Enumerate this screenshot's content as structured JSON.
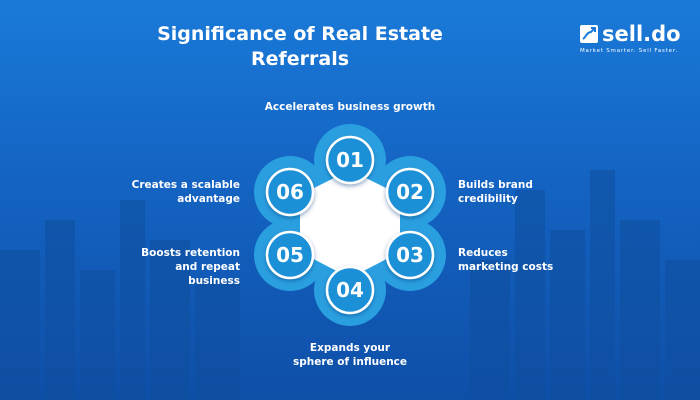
{
  "title": "Significance of Real Estate Referrals",
  "logo": {
    "name": "sell.do",
    "tagline": "Market Smarter. Sell Faster."
  },
  "items": [
    {
      "number": "01",
      "label": "Accelerates business growth"
    },
    {
      "number": "02",
      "label": "Builds brand credibility"
    },
    {
      "number": "03",
      "label": "Reduces marketing costs"
    },
    {
      "number": "04",
      "label": "Expands your sphere of influence"
    },
    {
      "number": "05",
      "label": "Boosts retention and repeat business"
    },
    {
      "number": "06",
      "label": "Creates a scalable advantage"
    }
  ],
  "colors": {
    "background": "#1463c2",
    "petal": "#2a9fe0",
    "circle": "#1e90d6"
  }
}
